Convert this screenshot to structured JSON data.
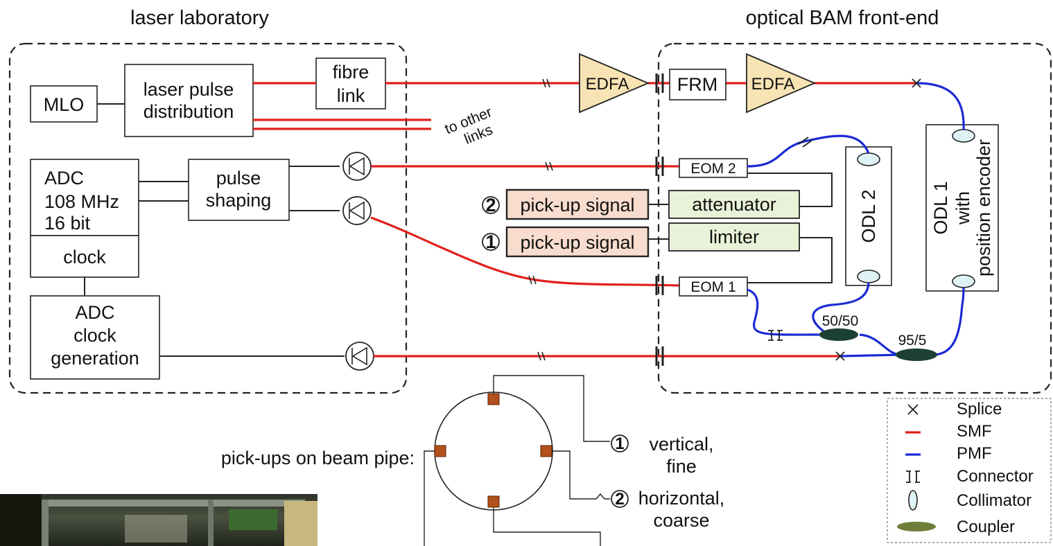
{
  "sections": {
    "left_title": "laser laboratory",
    "right_title": "optical BAM front-end"
  },
  "blocks": {
    "mlo": "MLO",
    "distribution_line1": "laser pulse",
    "distribution_line2": "distribution",
    "fibre_line1": "fibre",
    "fibre_line2": "link",
    "to_other_line1": "to other",
    "to_other_line2": "links",
    "adc_line1": "ADC",
    "adc_line2": "108 MHz",
    "adc_line3": "16 bit",
    "clock": "clock",
    "pulse_line1": "pulse",
    "pulse_line2": "shaping",
    "adc_gen_line1": "ADC",
    "adc_gen_line2": "clock",
    "adc_gen_line3": "generation",
    "edfa_1": "EDFA",
    "edfa_2": "EDFA",
    "frm": "FRM",
    "eom2": "EOM 2",
    "eom1": "EOM 1",
    "pickup2_num": "2",
    "pickup2_label": "pick-up signal",
    "pickup1_num": "1",
    "pickup1_label": "pick-up signal",
    "attenuator": "attenuator",
    "limiter": "limiter",
    "odl2": "ODL 2",
    "odl1_line1": "ODL 1",
    "odl1_line2": "with",
    "odl1_line3": "position encoder",
    "coupler_50": "50/50",
    "coupler_95": "95/5"
  },
  "pickups": {
    "caption": "pick-ups on beam pipe:",
    "out1_num": "1",
    "out1_line1": "vertical,",
    "out1_line2": "fine",
    "out2_num": "2",
    "out2_line1": "horizontal,",
    "out2_line2": "coarse"
  },
  "legend": {
    "items": [
      "Splice",
      "SMF",
      "PMF",
      "Connector",
      "Collimator",
      "Coupler"
    ]
  },
  "colors": {
    "smf": "#e0201c",
    "pmf": "#1b2bd4",
    "edfa": "#f7e3b3",
    "pickup_signal": "#f8dccd",
    "attenuator_limiter": "#e9f1d8",
    "coupler": "#1d4035",
    "pickup_pad": "#b2511c"
  }
}
